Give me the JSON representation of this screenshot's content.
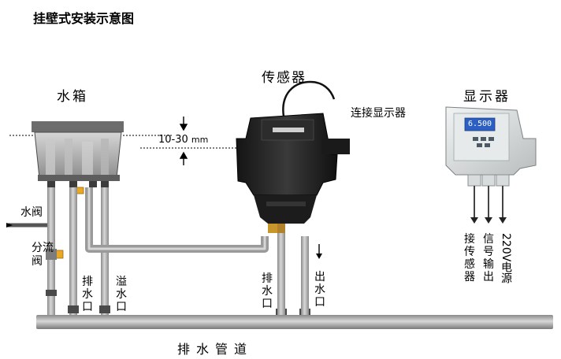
{
  "title": "挂壁式安装示意图",
  "labels": {
    "tank": "水箱",
    "sensor": "传感器",
    "display": "显示器",
    "gap": "10-30",
    "gap_unit": "mm",
    "connect_display": "连接显示器",
    "water_valve": "水阀",
    "split_valve": "分流阀",
    "tank_drain": "排水口",
    "overflow": "溢水口",
    "sensor_drain": "排水口",
    "outlet": "出水口",
    "connect_sensor": "接传感器",
    "signal_output": "信号输出",
    "power": "220V电源",
    "drain_pipe": "排水管道"
  },
  "display_reading": "6.500",
  "colors": {
    "pipe": "#b9b9b9",
    "pipe_edge": "#8c8c8c",
    "tank_body": "#a9a9a9",
    "sensor_body": "#1e1e1e",
    "display_screen": "#2c5fc2",
    "valve_handle": "#e8a824"
  }
}
